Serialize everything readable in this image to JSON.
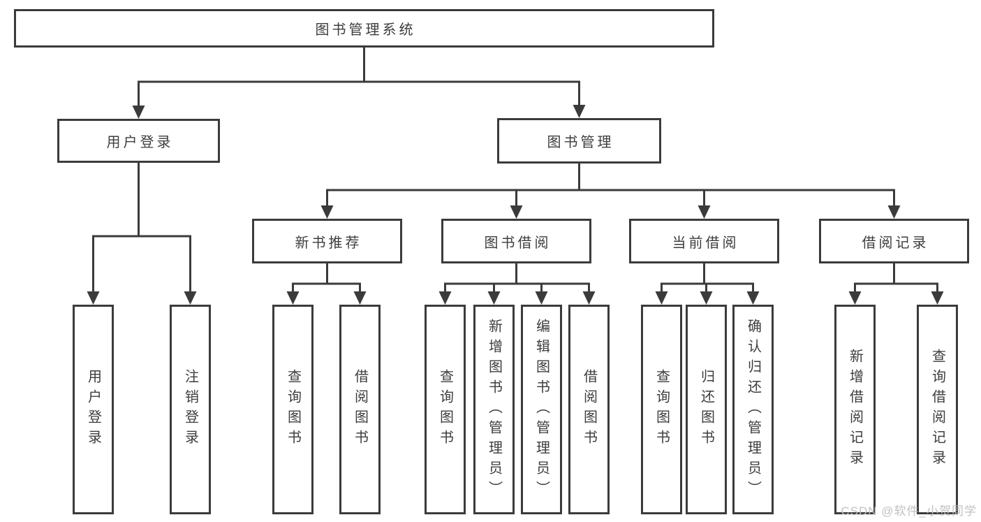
{
  "tree": {
    "label": "图书管理系统",
    "children": [
      {
        "label": "用户登录",
        "children": [
          {
            "label": "用户登录"
          },
          {
            "label": "注销登录"
          }
        ]
      },
      {
        "label": "图书管理",
        "children": [
          {
            "label": "新书推荐",
            "children": [
              {
                "label": "查询图书"
              },
              {
                "label": "借阅图书"
              }
            ]
          },
          {
            "label": "图书借阅",
            "children": [
              {
                "label": "查询图书"
              },
              {
                "label": "新增图书（管理员）"
              },
              {
                "label": "编辑图书（管理员）"
              },
              {
                "label": "借阅图书"
              }
            ]
          },
          {
            "label": "当前借阅",
            "children": [
              {
                "label": "查询图书"
              },
              {
                "label": "归还图书"
              },
              {
                "label": "确认归还（管理员）"
              }
            ]
          },
          {
            "label": "借阅记录",
            "children": [
              {
                "label": "新增借阅记录"
              },
              {
                "label": "查询借阅记录"
              }
            ]
          }
        ]
      }
    ]
  },
  "watermark": {
    "text": "CSDN @软件_小贺同学"
  },
  "colors": {
    "line": "#3b3b3b",
    "text": "#3d3d3d",
    "watermark": "#bebebe",
    "background": "#ffffff"
  }
}
